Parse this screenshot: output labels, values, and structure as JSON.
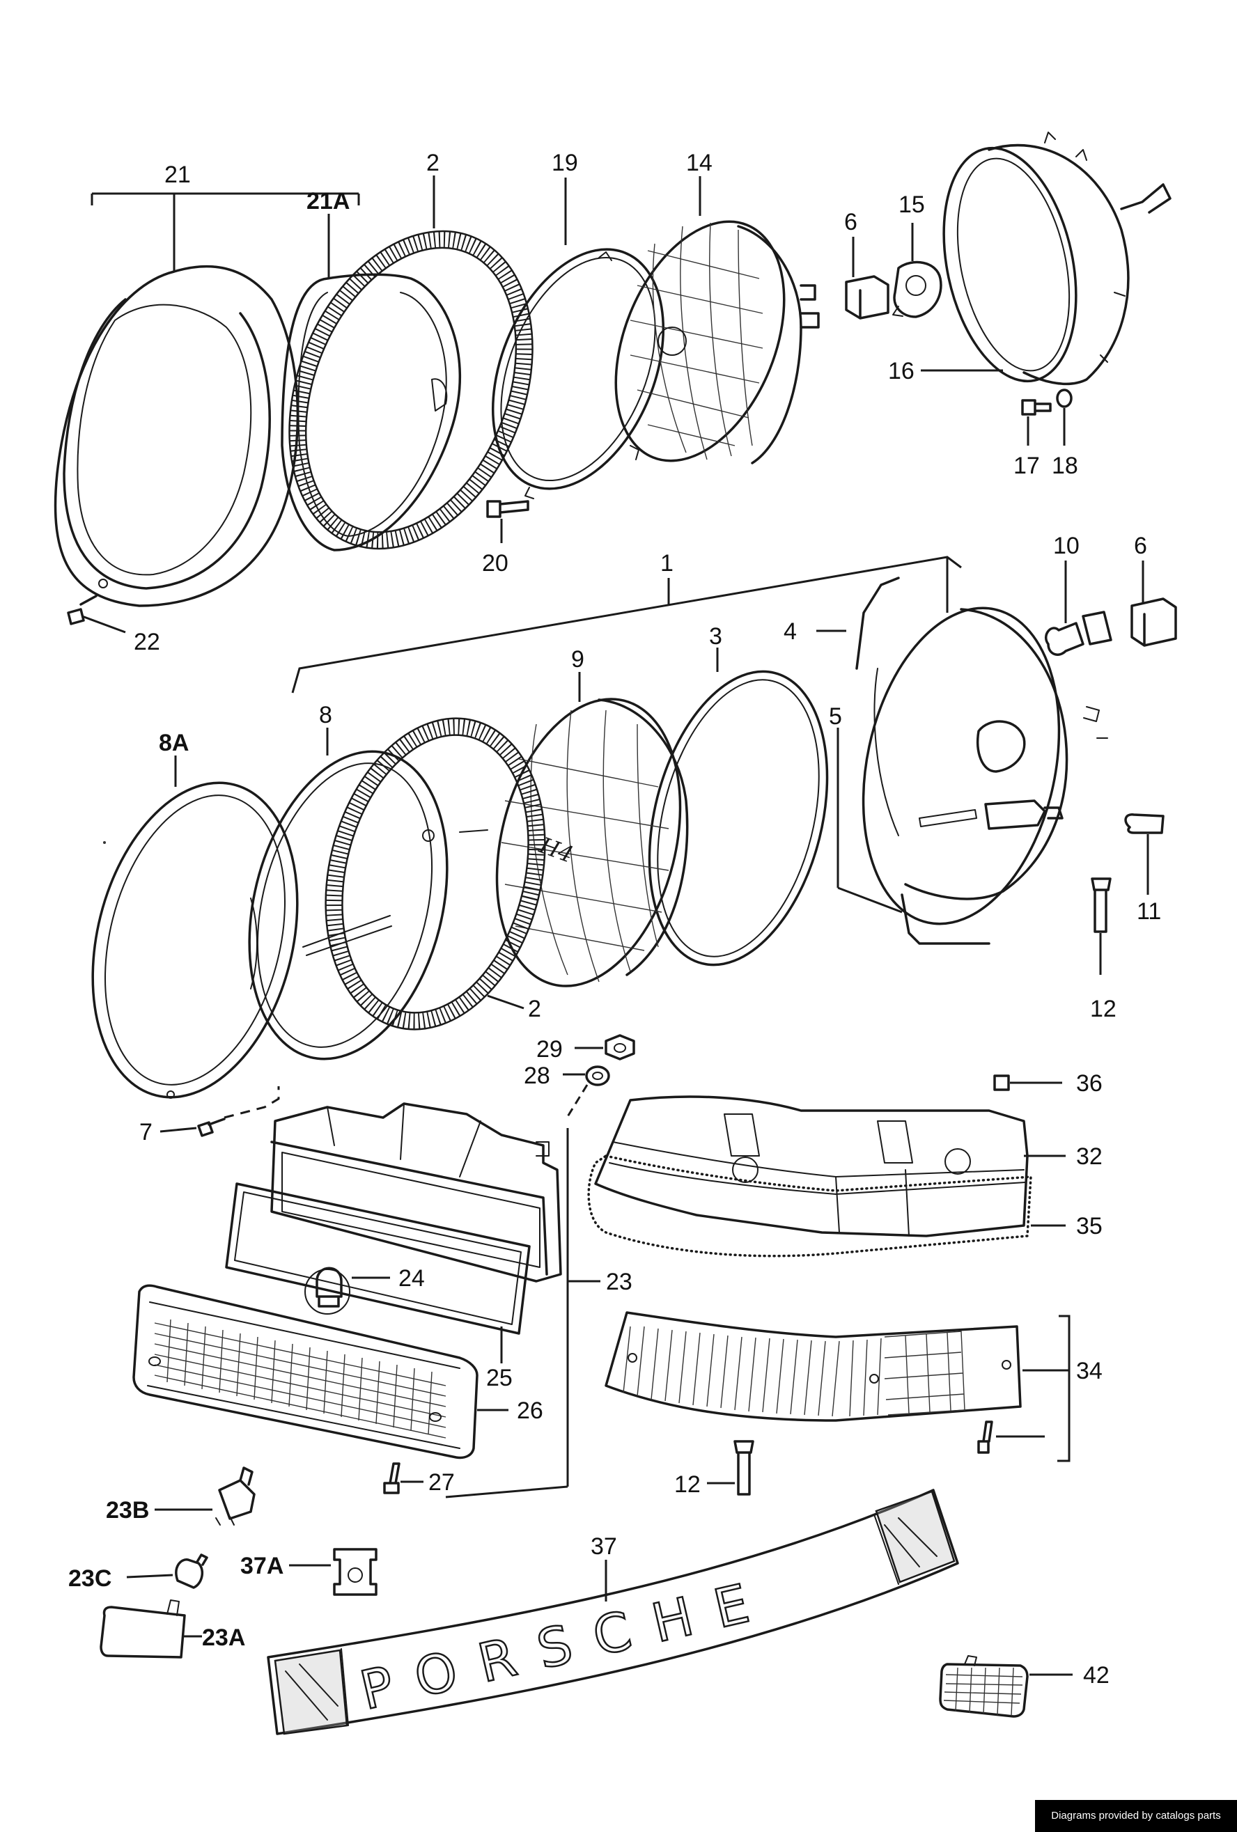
{
  "diagram": {
    "part_numbers": {
      "p21": "21",
      "p21A": "21A",
      "p2_top": "2",
      "p19": "19",
      "p14": "14",
      "p6_top": "6",
      "p15": "15",
      "p16": "16",
      "p17": "17",
      "p18": "18",
      "p20": "20",
      "p22": "22",
      "p1": "1",
      "p10": "10",
      "p6_mid": "6",
      "p4": "4",
      "p3": "3",
      "p9": "9",
      "p8": "8",
      "p8A": "8A",
      "p5": "5",
      "p11": "11",
      "p12_mid": "12",
      "p2_mid": "2",
      "p29": "29",
      "p28": "28",
      "p36": "36",
      "p7": "7",
      "p32": "32",
      "p35": "35",
      "p24": "24",
      "p23": "23",
      "p25": "25",
      "p26": "26",
      "p34": "34",
      "p27": "27",
      "p12_low": "12",
      "p23B": "23B",
      "p37": "37",
      "p23C": "23C",
      "p37A": "37A",
      "p23A": "23A",
      "p42": "42"
    },
    "lens_marking": "H4",
    "emblem_text": "PORSCHE"
  },
  "footer": {
    "credit": "Diagrams provided by catalogs parts"
  }
}
